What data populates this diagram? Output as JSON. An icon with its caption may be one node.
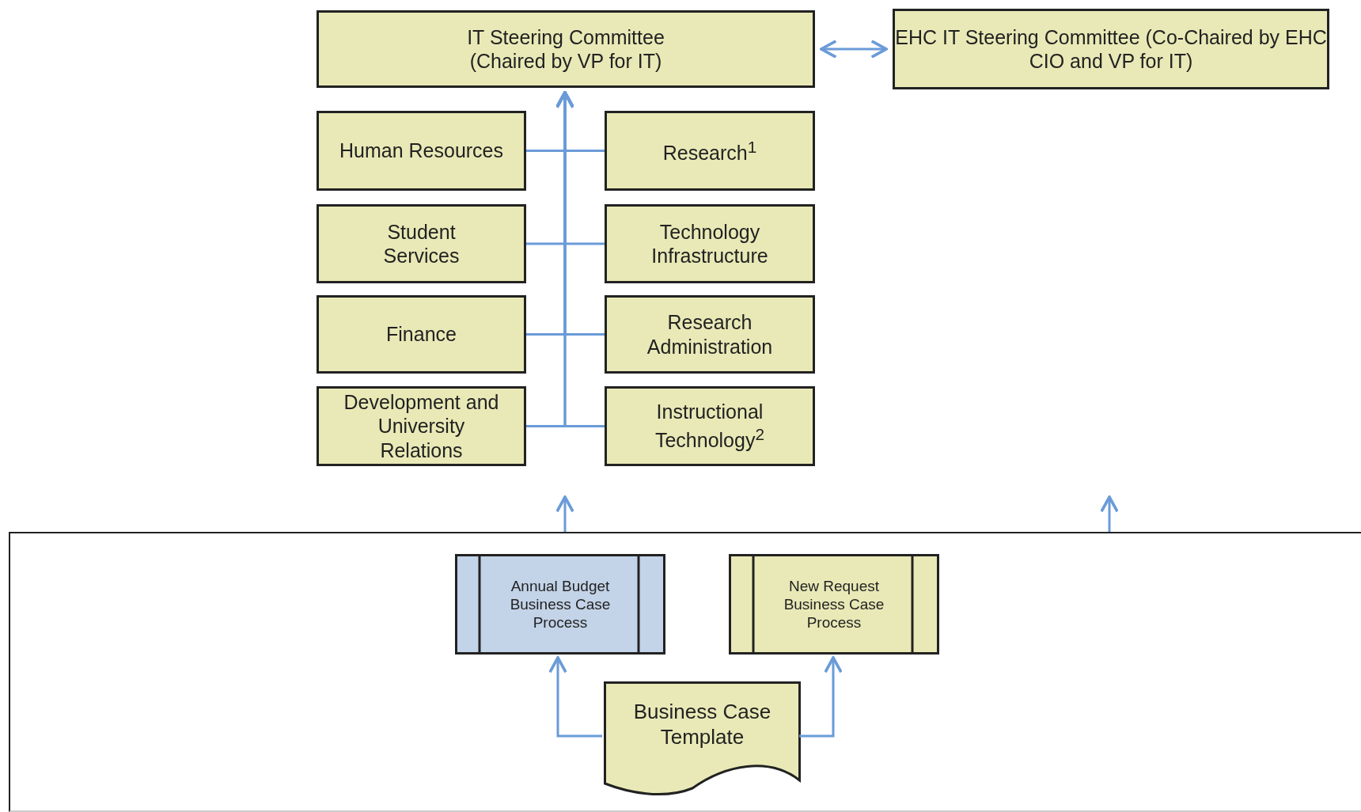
{
  "diagram": {
    "nodes": [
      {
        "text": [
          "IT Steering Committee (Chaired by VP for IT)"
        ]
      },
      {
        "text": [
          "EHC IT Steering Committee (Co-Chaired by EHC CIO and VP for IT)"
        ]
      },
      {
        "text": [
          "Human Resources"
        ]
      },
      {
        "text": [
          "Research$^{1}$"
        ]
      },
      {
        "text": [
          "Student Services"
        ]
      },
      {
        "text": [
          "Technology Infrastructure"
        ]
      },
      {
        "text": [
          "Finance"
        ]
      },
      {
        "text": [
          "Research Administration"
        ]
      },
      {
        "text": [
          "Development and University Relations"
        ]
      },
      {
        "text": [
          "Instructional Technology$^{2}$"
        ]
      },
      {
        "text": [],
        "shape": "box"
      },
      {
        "text": [
          "Annual Budget Business Case Process"
        ],
        "in": 10
      },
      {
        "text": [
          "New Request Business Case Process"
        ],
        "in": 10
      },
      {
        "text": [
          "Business Case Template"
        ],
        "in": 10
      }
    ],
    "edges": [
      {
        "from": 0,
        "to": 1,
        "arrow": "both"
      },
      {
        "from": 2,
        "to": 0,
        "arrow": "to"
      },
      {
        "from": 3,
        "to": 0,
        "arrow": "to"
      },
      {
        "from": 4,
        "to": 0,
        "arrow": "to"
      },
      {
        "from": 5,
        "to": 0,
        "arrow": "to"
      },
      {
        "from": 6,
        "to": 0,
        "arrow": "to"
      },
      {
        "from": 7,
        "to": 0,
        "arrow": "to"
      },
      {
        "from": 8,
        "to": 0,
        "arrow": "to"
      },
      {
        "from": 9,
        "to": 0,
        "arrow": "to"
      },
      {
        "from": 10,
        "to": null,
        "arrow": "to"
      },
      {
        "from": 10,
        "to": null,
        "arrow": "to"
      },
      {
        "from": 13,
        "to": 11,
        "arrow": "to"
      },
      {
        "from": 13,
        "to": 12,
        "arrow": "to"
      }
    ]
  }
}
